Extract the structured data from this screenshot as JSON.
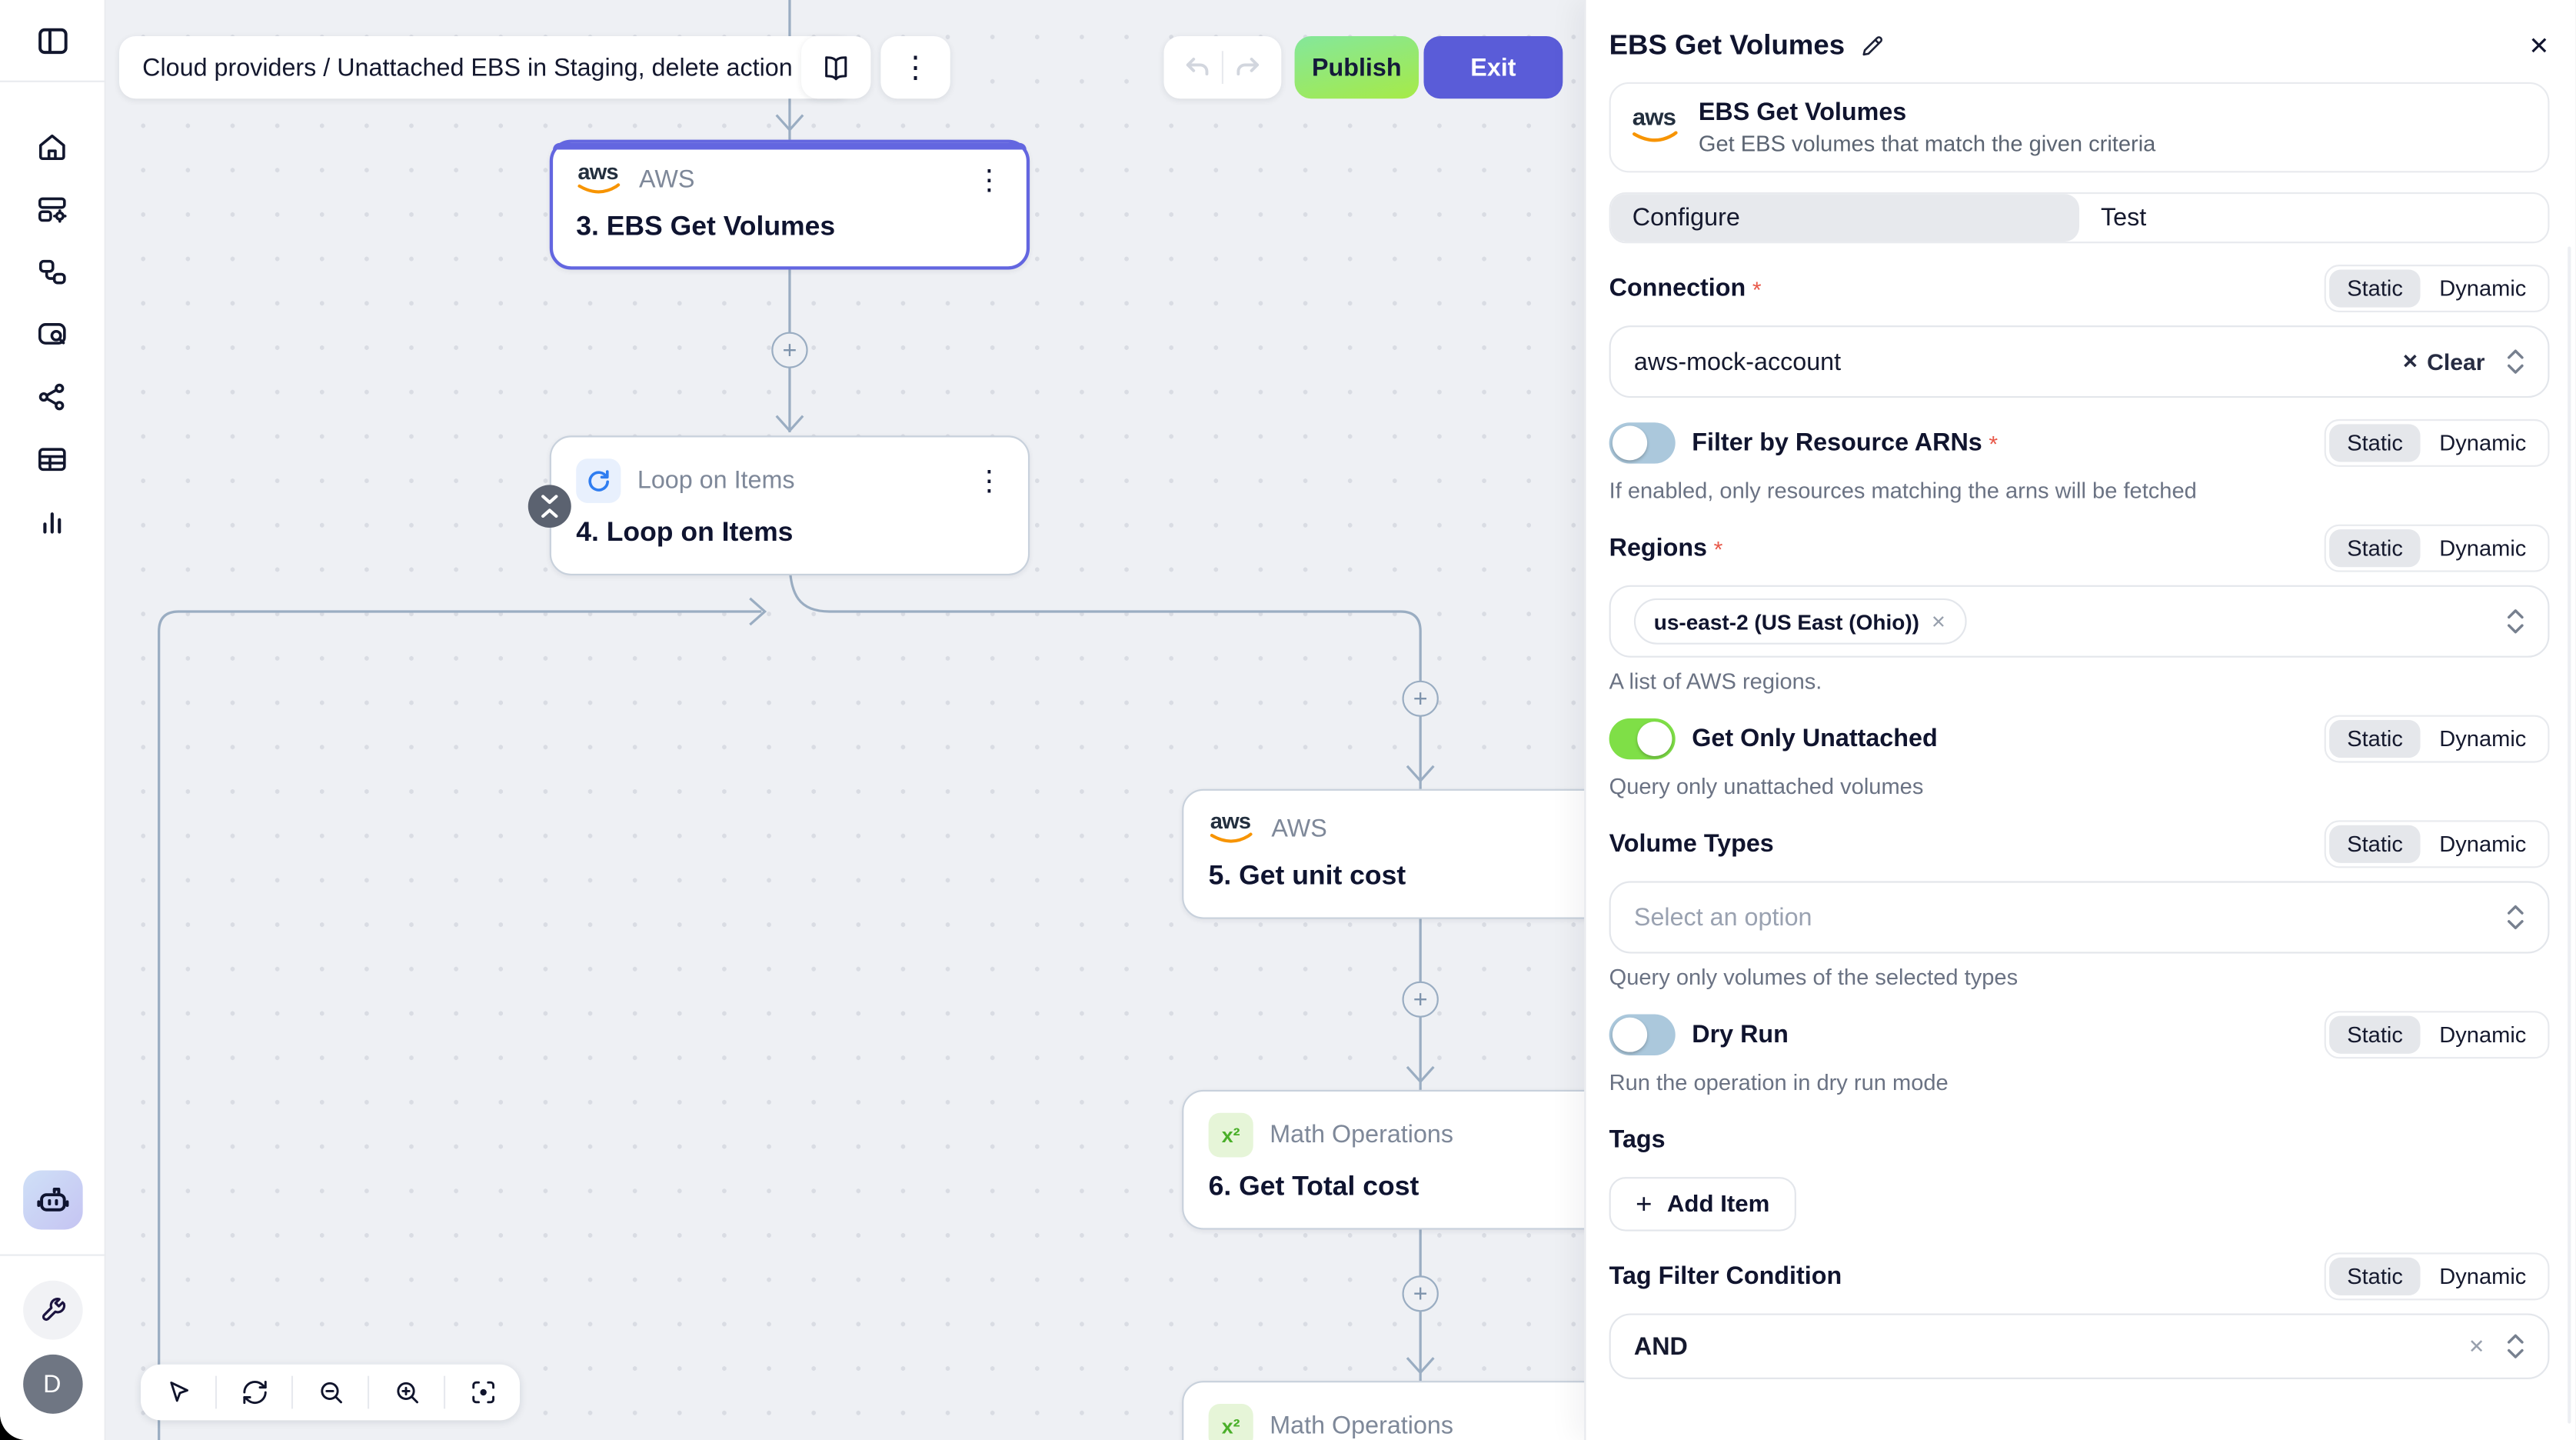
{
  "header": {
    "workflow_selector": "Cloud providers / Unattached EBS in Staging, delete action",
    "publish_label": "Publish",
    "exit_label": "Exit"
  },
  "sidebar": {
    "avatar_initial": "D"
  },
  "canvas": {
    "node_ebs": {
      "app": "AWS",
      "title": "3. EBS Get Volumes"
    },
    "node_loop": {
      "app": "Loop on Items",
      "title": "4. Loop on Items"
    },
    "node_unit_cost": {
      "app": "AWS",
      "title": "5. Get unit cost"
    },
    "node_total_cost": {
      "app": "Math Operations",
      "title": "6. Get Total cost"
    },
    "node_math_partial": {
      "app": "Math Operations"
    }
  },
  "icons": {
    "math_glyph": "x²",
    "kebab_glyph": "⋮",
    "close_glyph": "✕",
    "chip_remove_glyph": "✕",
    "clear_glyph": "✕",
    "plus_glyph": "+",
    "aws_word": "aws"
  },
  "panel": {
    "title": "EBS Get Volumes",
    "app_card": {
      "name": "EBS Get Volumes",
      "description": "Get EBS volumes that match the given criteria"
    },
    "tabs": {
      "configure": "Configure",
      "test": "Test"
    },
    "seg": {
      "static": "Static",
      "dynamic": "Dynamic"
    },
    "required_marker": "*",
    "fields": {
      "connection": {
        "label": "Connection",
        "value": "aws-mock-account",
        "clear_label": "Clear"
      },
      "filter_arns": {
        "label": "Filter by Resource ARNs",
        "state": "off",
        "help": "If enabled, only resources matching the arns will be fetched"
      },
      "regions": {
        "label": "Regions",
        "chip": "us-east-2 (US East (Ohio))",
        "help": "A list of AWS regions."
      },
      "get_only_unattached": {
        "label": "Get Only Unattached",
        "state": "on",
        "help": "Query only unattached volumes"
      },
      "volume_types": {
        "label": "Volume Types",
        "placeholder": "Select an option",
        "help": "Query only volumes of the selected types"
      },
      "dry_run": {
        "label": "Dry Run",
        "state": "off",
        "help": "Run the operation in dry run mode"
      },
      "tags": {
        "label": "Tags",
        "add_label": "Add Item"
      },
      "tag_filter": {
        "label": "Tag Filter Condition",
        "value": "AND"
      }
    }
  },
  "colors": {
    "accent": "#6366e0",
    "publish_top": "#84e79b",
    "publish_bottom": "#a6ea47",
    "exit_bg": "#5a5cd8",
    "toggle_on": "#7fdf47",
    "toggle_off": "#abc8dc",
    "aws_orange": "#f79400",
    "loop_blue": "#2f7df0",
    "math_green": "#4aaf29",
    "connector": "#9aadc2"
  }
}
